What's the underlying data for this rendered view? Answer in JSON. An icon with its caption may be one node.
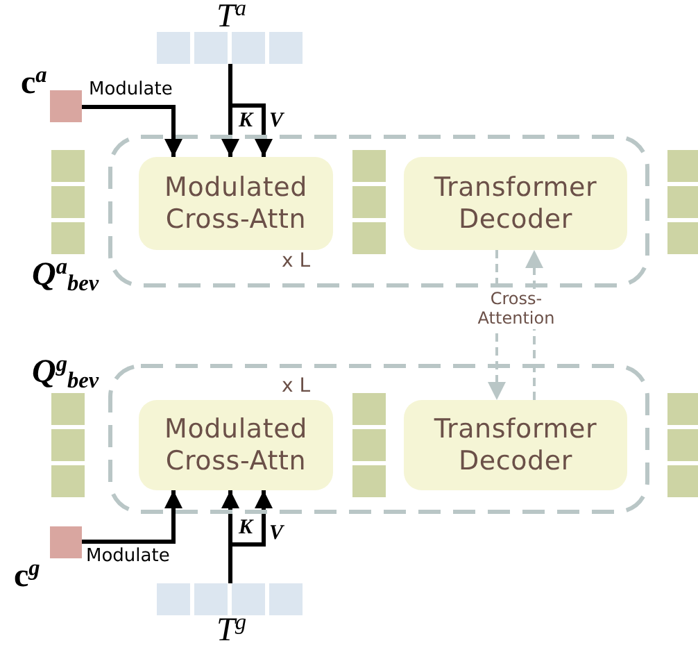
{
  "diagram": {
    "nodes": [
      {
        "text": [
          "x L"
        ]
      },
      {
        "text": [
          "Modulated Cross-Attn"
        ],
        "in": 0
      },
      {
        "text": [
          "Transformer Decoder"
        ],
        "in": 0
      },
      {
        "text": [
          "c$^{a}$"
        ]
      },
      {
        "text": [
          "T$^{a}$"
        ]
      },
      {
        "text": [
          "Q$^{a}$$_{bev}$"
        ]
      },
      {
        "text": [
          "x L"
        ]
      },
      {
        "text": [
          "Modulated Cross-Attn"
        ],
        "in": 6
      },
      {
        "text": [
          "Transformer Decoder"
        ],
        "in": 6
      },
      {
        "text": [
          "Q$^{g}$$_{bev}$"
        ]
      },
      {
        "text": [
          "c$^{g}$"
        ]
      },
      {
        "text": [
          "T$^{g}$"
        ]
      }
    ],
    "edges": [
      {
        "from": 3,
        "to": 1,
        "arrow": "to",
        "label": "Modulate"
      },
      {
        "from": 4,
        "to": 1,
        "arrow": "to",
        "label": "K"
      },
      {
        "from": 4,
        "to": 1,
        "arrow": "to",
        "label": "V"
      },
      {
        "from": 2,
        "to": 8,
        "arrow": "to",
        "style": "dashed",
        "color": "#b9c6c6",
        "label": "Cross-Attention"
      },
      {
        "from": 8,
        "to": 2,
        "arrow": "to",
        "style": "dashed",
        "color": "#b9c6c6"
      },
      {
        "from": 10,
        "to": 7,
        "arrow": "to",
        "label": "Modulate"
      },
      {
        "from": 11,
        "to": 7,
        "arrow": "to",
        "label": "K"
      },
      {
        "from": 11,
        "to": 7,
        "arrow": "to",
        "label": "V"
      }
    ]
  }
}
